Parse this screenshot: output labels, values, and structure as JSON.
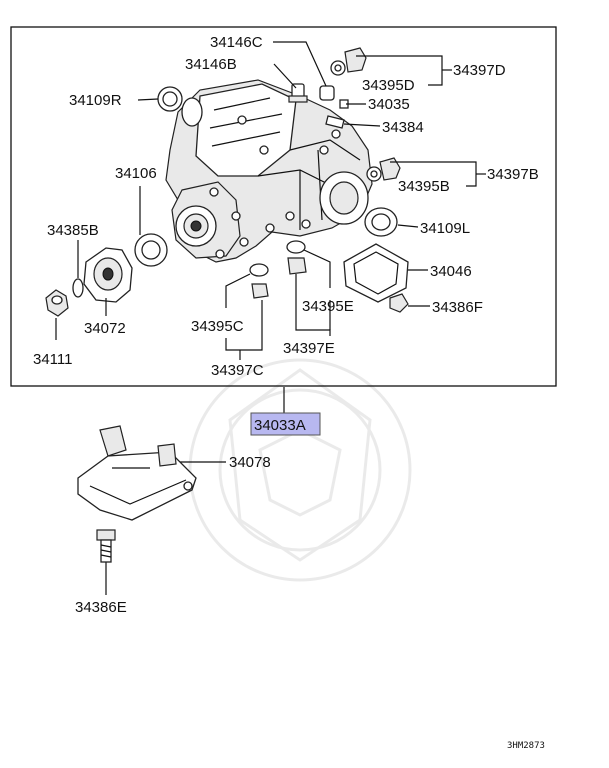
{
  "diagram": {
    "highlight_label": "34033A",
    "highlight_color": "#b8b8f0",
    "image_code": "3HM2873",
    "parts": {
      "p34146C": "34146C",
      "p34146B": "34146B",
      "p34109R": "34109R",
      "p34395D": "34395D",
      "p34397D": "34397D",
      "p34035": "34035",
      "p34384": "34384",
      "p34106": "34106",
      "p34395B": "34395B",
      "p34397B": "34397B",
      "p34385B": "34385B",
      "p34109L": "34109L",
      "p34046": "34046",
      "p34386F": "34386F",
      "p34395E": "34395E",
      "p34395C": "34395C",
      "p34072": "34072",
      "p34111": "34111",
      "p34397E": "34397E",
      "p34397C": "34397C",
      "p34078": "34078",
      "p34386E": "34386E"
    }
  }
}
